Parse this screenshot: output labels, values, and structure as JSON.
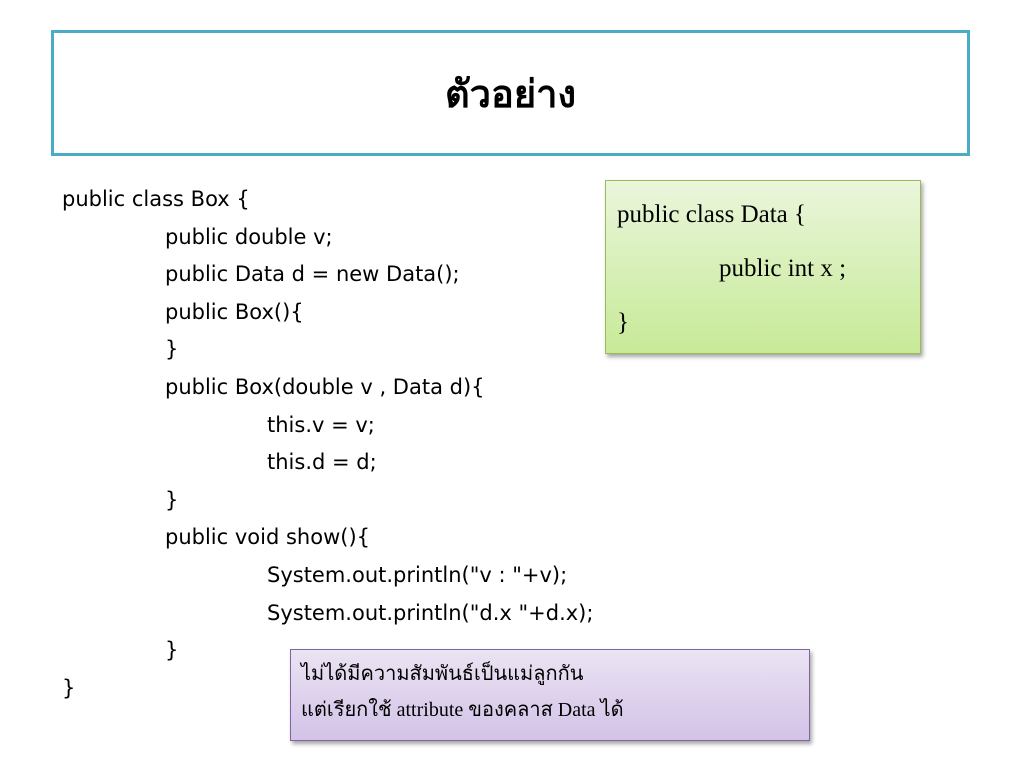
{
  "title": "ตัวอย่าง",
  "code_lines": [
    "public class Box {",
    "public double v;",
    "public Data d = new Data();",
    "public Box(){",
    "}",
    "public Box(double v , Data d){",
    "this.v = v;",
    "this.d = d;",
    "}",
    "public void show(){",
    "System.out.println(\"v : \"+v);",
    "System.out.println(\"d.x \"+d.x);",
    "}",
    "}"
  ],
  "data_class": {
    "line1": "public class Data {",
    "line2": "public int x ;",
    "line3": "}",
    "background": "#d6efb5",
    "border": "#9bbb59"
  },
  "note": {
    "line1": "ไม่ได้มีความสัมพันธ์เป็นแม่ลูกกัน",
    "line2": "แต่เรียกใช้ attribute ของคลาส Data ได้",
    "background": "#dccfec",
    "border": "#8064a2"
  },
  "colors": {
    "title_border": "#4bacc6"
  }
}
